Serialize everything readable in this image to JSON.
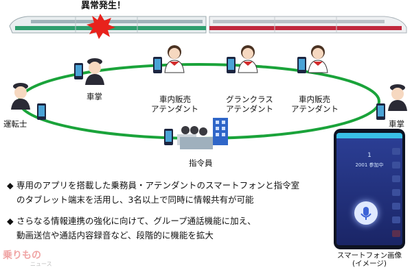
{
  "alert": {
    "text": "異常発生！"
  },
  "roles": {
    "conductor1": "車掌",
    "sales1_line1": "車内販売",
    "sales1_line2": "アテンダント",
    "gran_line1": "グランクラス",
    "gran_line2": "アテンダント",
    "sales2_line1": "車内販売",
    "sales2_line2": "アテンダント",
    "driver": "運転士",
    "conductor2": "車掌",
    "dispatcher": "指令員"
  },
  "bullets": [
    {
      "mark": "◆",
      "line1": "専用のアプリを搭載した乗務員・アテンダントのスマートフォンと指令室",
      "line2": "のタブレット端末を活用し、3名以上で同時に情報共有が可能"
    },
    {
      "mark": "◆",
      "line1": "さらなる情報連携の強化に向けて、グループ通話機能に加え、",
      "line2": "動画送信や通話内容録音など、段階的に機能を拡大"
    }
  ],
  "phone_screen": {
    "count": "1",
    "subtext": "2001 参加中"
  },
  "caption": {
    "line1": "スマートフォン画像",
    "line2": "(イメージ)"
  },
  "watermark": {
    "main": "乗りもの",
    "sub": "ニュース"
  },
  "colors": {
    "ring": "#1aa33a",
    "train_green": "#2e9e6e",
    "train_red": "#c0283c",
    "phone_bg": "#243a8a",
    "alert_red": "#e8221c"
  }
}
